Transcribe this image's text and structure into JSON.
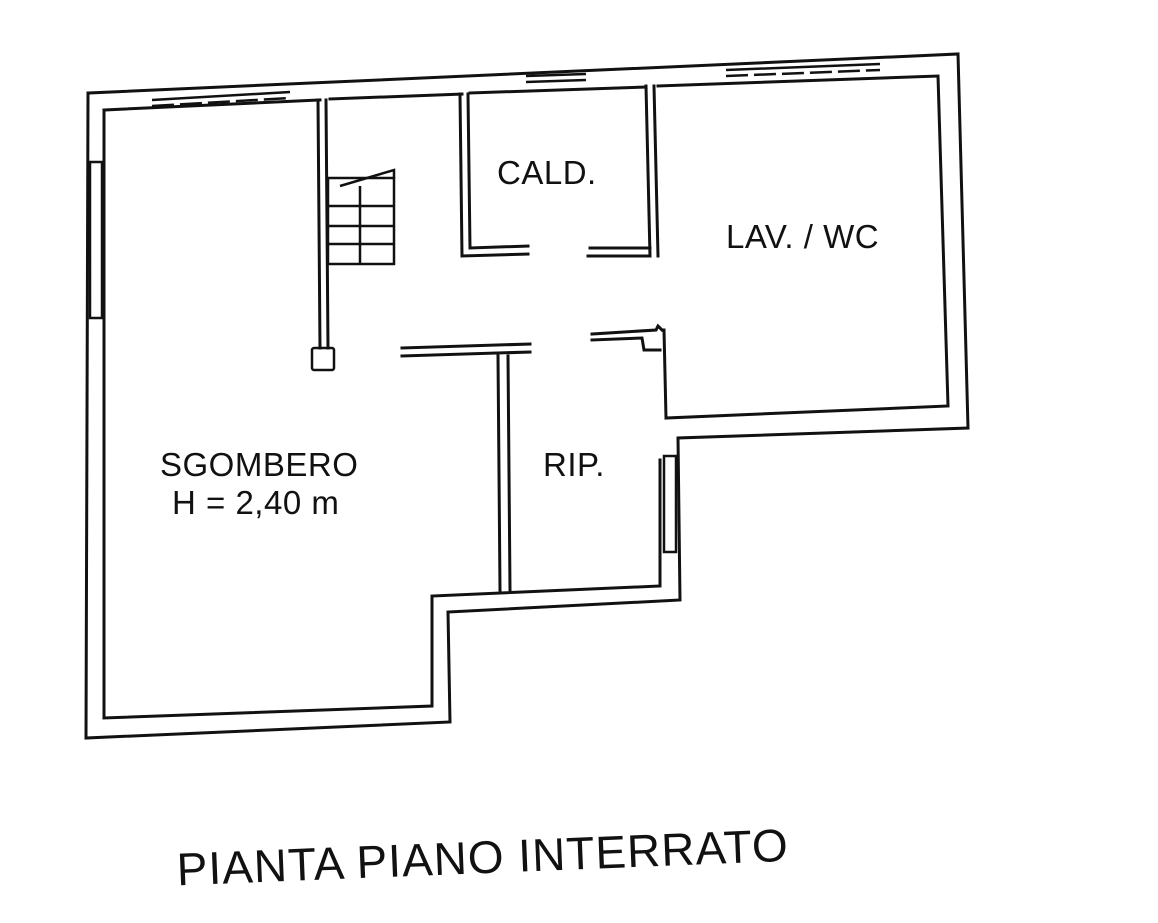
{
  "plan": {
    "title": "PIANTA PIANO INTERRATO",
    "rooms": [
      {
        "id": "cald",
        "label": "CALD."
      },
      {
        "id": "lav_wc",
        "label": "LAV. / WC"
      },
      {
        "id": "sgombero",
        "label": "SGOMBERO",
        "sublabel": "H = 2,40 m"
      },
      {
        "id": "rip",
        "label": "RIP."
      }
    ],
    "features": [
      "staircase",
      "windows",
      "door-openings"
    ],
    "colors": {
      "line": "#111111",
      "background": "#ffffff"
    }
  }
}
